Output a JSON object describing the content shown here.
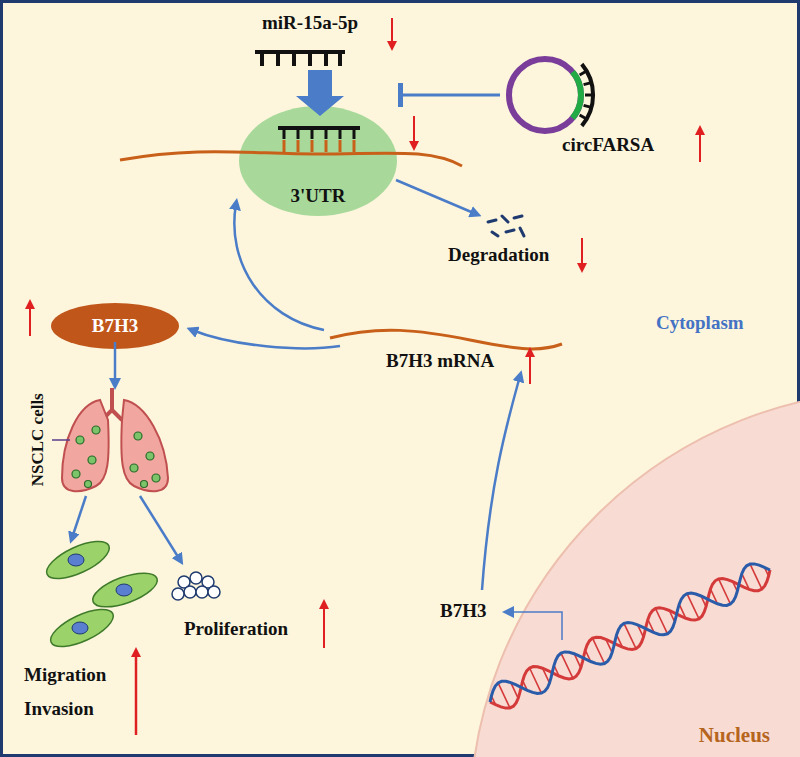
{
  "diagram": {
    "nodes": [
      {
        "text": [
          "circFARSA"
        ]
      },
      {
        "text": [
          "3'UTR"
        ]
      },
      {
        "text": [
          "B7H3"
        ]
      },
      {
        "text": [
          "Nucleus"
        ]
      }
    ],
    "edges": [
      {
        "from": 0,
        "to": 1,
        "arrow": "to"
      }
    ],
    "labels": [
      "miR-15a-5p",
      "Degradation",
      "Cytoplasm",
      "B7H3 mRNA",
      "NSCLC cells",
      "Proliferation",
      "Migration",
      "Invasion",
      "B7H3"
    ]
  }
}
